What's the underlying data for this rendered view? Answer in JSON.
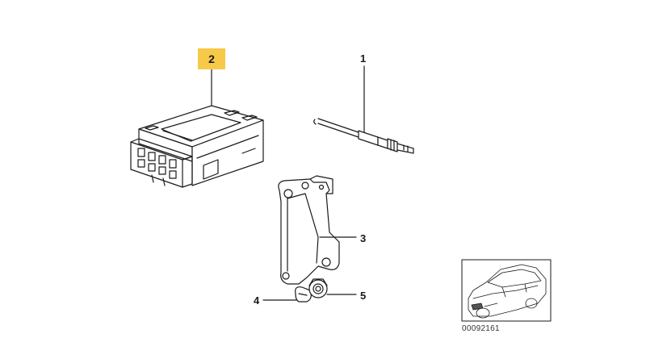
{
  "callouts": {
    "part1": "1",
    "part2": "2",
    "part3": "3",
    "part4": "4",
    "part5": "5"
  },
  "highlight_color": "#f7c948",
  "thumbnail": {
    "code": "00092161"
  }
}
